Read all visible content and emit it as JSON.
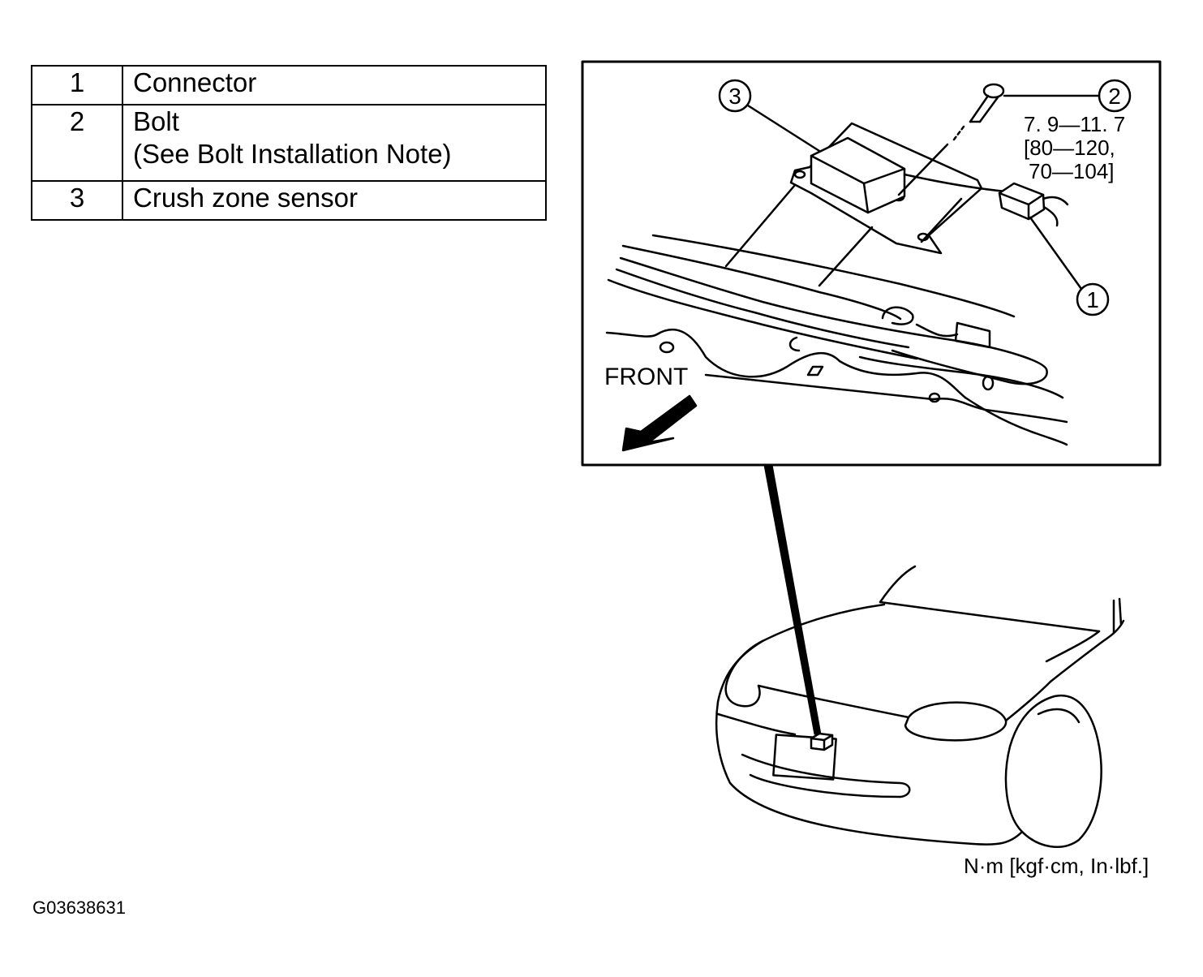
{
  "legend": [
    {
      "num": "1",
      "label": "Connector",
      "note": ""
    },
    {
      "num": "2",
      "label": "Bolt",
      "note": "(See Bolt Installation Note)"
    },
    {
      "num": "3",
      "label": "Crush zone sensor",
      "note": ""
    }
  ],
  "callouts": {
    "c1": "1",
    "c2": "2",
    "c3": "3"
  },
  "torque": {
    "line1": "7. 9—11. 7",
    "line2": "[80—120,",
    "line3": "70—104]"
  },
  "front_label": "FRONT",
  "units": "N·m [kgf·cm, In·lbf.]",
  "figure_id": "G03638631"
}
